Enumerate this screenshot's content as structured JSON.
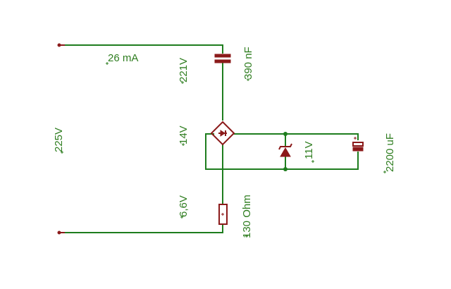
{
  "labels": {
    "current": "26 mA",
    "v_cap": "221V",
    "cap_value": "390 nF",
    "v_mains": "225V",
    "v_bridge": "14V",
    "v_zener": "11V",
    "elko_value": "2200 uF",
    "v_resistor": "6,6V",
    "res_value": "130 Ohm"
  },
  "colors": {
    "wire": "#1e7d1e",
    "component": "#8b1a1a",
    "text": "#2e7d1f",
    "background": "#ffffff"
  }
}
